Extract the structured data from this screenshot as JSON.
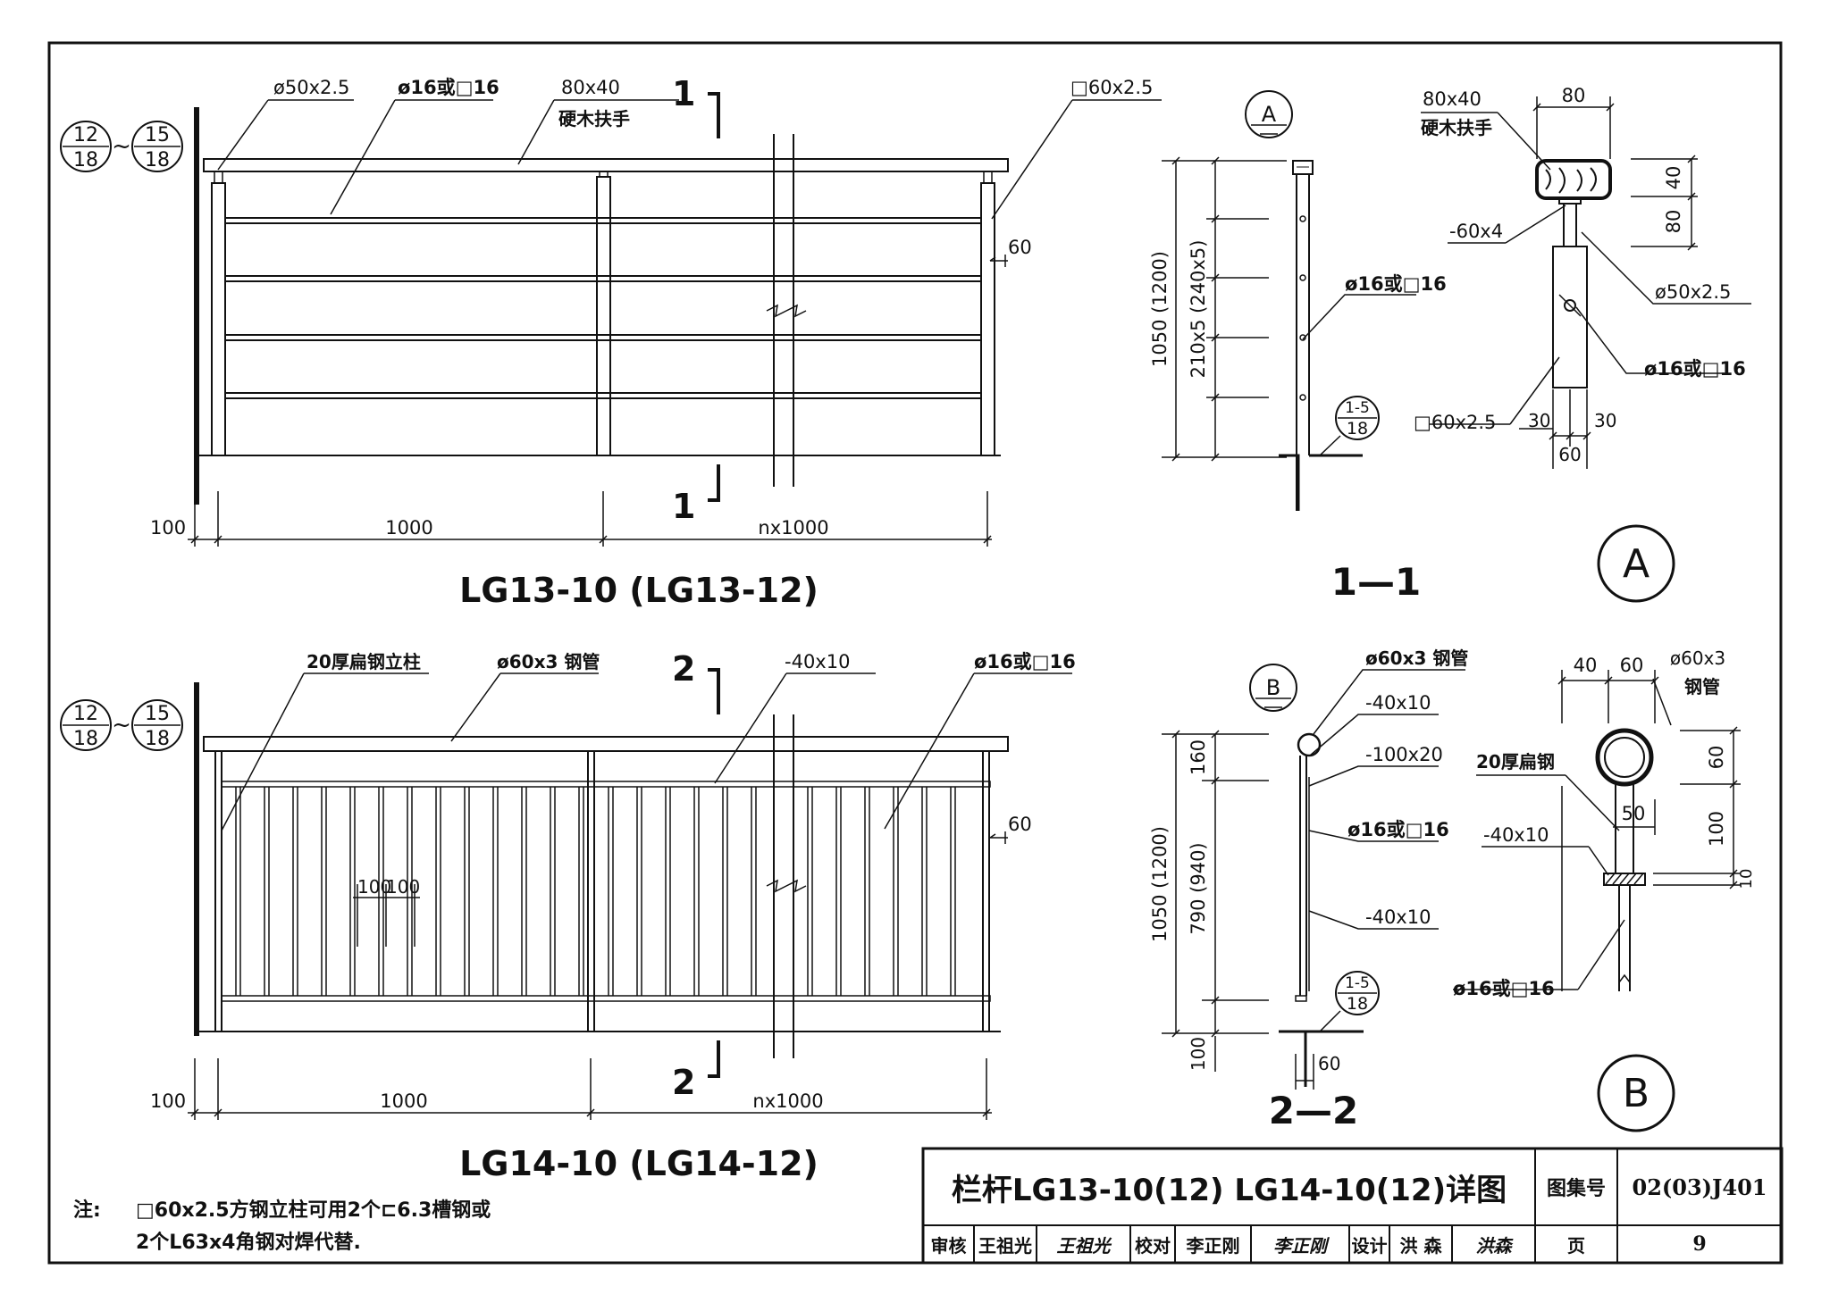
{
  "drawing": {
    "top_view": {
      "title": "LG13-10 (LG13-12)",
      "ref_left_top": "12",
      "ref_left_bottom": "18",
      "ref_tilde": "~",
      "ref_right_top": "15",
      "ref_right_bottom": "18",
      "callouts": [
        "ø50x2.5",
        "ø16或□16",
        "80x40",
        "硬木扶手",
        "□60x2.5"
      ],
      "section_mark": "1",
      "dim_post_gap": "60",
      "dims": [
        "100",
        "1000",
        "nx1000"
      ]
    },
    "bottom_view": {
      "title": "LG14-10 (LG14-12)",
      "ref_left_top": "12",
      "ref_left_bottom": "18",
      "ref_tilde": "~",
      "ref_right_top": "15",
      "ref_right_bottom": "18",
      "callouts": [
        "20厚扁钢立柱",
        "ø60x3 钢管",
        "-40x10",
        "ø16或□16"
      ],
      "section_mark": "2",
      "dim_post_gap": "60",
      "baluster_spacing": [
        "100",
        "100"
      ],
      "dims": [
        "100",
        "1000",
        "nx1000"
      ]
    },
    "section_1": {
      "title": "1—1",
      "detail_letter": "A",
      "dims": [
        "1050 (1200)",
        "210x5 (240x5)"
      ],
      "callout": "ø16或□16",
      "ref_top": "1-5",
      "ref_bottom": "18"
    },
    "section_2": {
      "title": "2—2",
      "detail_letter": "B",
      "dims": [
        "1050 (1200)",
        "790 (940)",
        "160",
        "100",
        "60"
      ],
      "callouts": [
        "ø60x3 钢管",
        "-40x10",
        "-100x20",
        "ø16或□16",
        "-40x10"
      ],
      "ref_top": "1-5",
      "ref_bottom": "18"
    },
    "detail_A": {
      "title": "A",
      "callouts": [
        "80x40",
        "硬木扶手",
        "-60x4",
        "ø50x2.5",
        "ø16或□16",
        "□60x2.5"
      ],
      "dims": [
        "80",
        "40",
        "80",
        "30",
        "30",
        "60"
      ]
    },
    "detail_B": {
      "title": "B",
      "callouts": [
        "ø60x3",
        "钢管",
        "20厚扁钢",
        "-40x10",
        "ø16或□16"
      ],
      "dims": [
        "40",
        "60",
        "60",
        "50",
        "100",
        "10"
      ]
    }
  },
  "note": {
    "label": "注:",
    "line1": "□60x2.5方钢立柱可用2个⊏6.3槽钢或",
    "line2": "2个L63x4角钢对焊代替."
  },
  "title_block": {
    "title": "栏杆LG13-10(12) LG14-10(12)详图",
    "atlas_label": "图集号",
    "atlas_no": "02(03)J401",
    "review_label": "审核",
    "reviewer": "王祖光",
    "reviewer_sig": "王祖光",
    "check_label": "校对",
    "checker": "李正刚",
    "checker_sig": "李正刚",
    "design_label": "设计",
    "designer": "洪 森",
    "designer_sig": "洪森",
    "page_label": "页",
    "page_no": "9"
  }
}
